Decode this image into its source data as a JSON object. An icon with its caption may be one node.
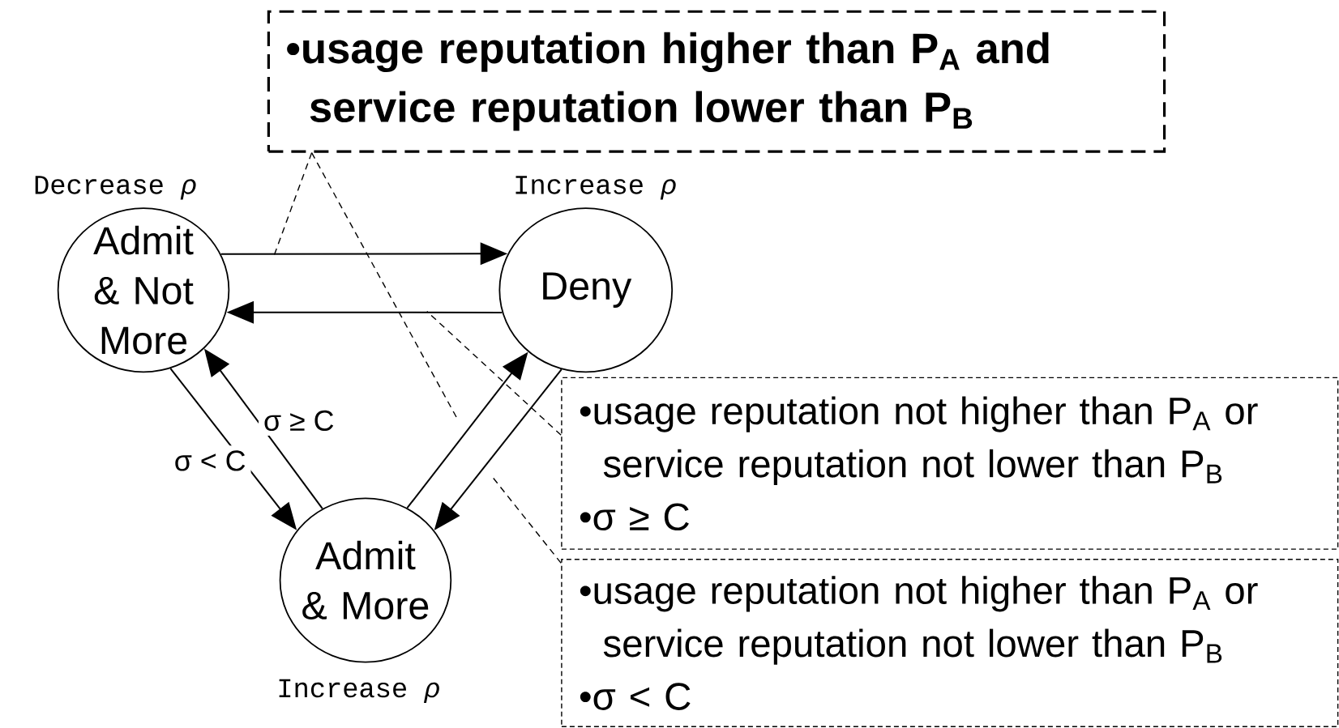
{
  "diagram": {
    "nodes": [
      {
        "text": [
          "•usage reputation higher than P$_{A}$ and service reputation lower than P$_{B}$"
        ]
      },
      {
        "text": [
          "Admit & Not More"
        ],
        "beside": [
          "Decrease *ρ*"
        ]
      },
      {
        "text": [
          "Deny"
        ],
        "beside": [
          "Increase *ρ*"
        ]
      },
      {
        "text": [
          "Admit & More"
        ],
        "beside": [
          "Increase *ρ*"
        ]
      },
      {
        "text": [
          "•usage reputation not higher than P$_{A}$ or service reputation not lower than P$_{B}$",
          "•σ ≥ C"
        ]
      },
      {
        "text": [
          "•usage reputation not higher than P$_{A}$ or service reputation not lower than P$_{B}$",
          "•σ < C"
        ]
      }
    ],
    "edges": [
      {
        "from": 1,
        "to": 2,
        "arrow": "to"
      },
      {
        "from": 2,
        "to": 1,
        "arrow": "to"
      },
      {
        "from": 1,
        "to": 3,
        "arrow": "to",
        "label": "σ < C"
      },
      {
        "from": 3,
        "to": 1,
        "arrow": "to",
        "label": "σ ≥ C"
      },
      {
        "from": 3,
        "to": 2,
        "arrow": "to"
      },
      {
        "from": 2,
        "to": 3,
        "arrow": "to"
      },
      {
        "from": 0,
        "to": null,
        "arrow": "none",
        "style": "dashed"
      },
      {
        "from": 0,
        "to": null,
        "arrow": "none",
        "style": "dashed"
      },
      {
        "from": 4,
        "to": null,
        "arrow": "none",
        "style": "dashed"
      },
      {
        "from": 5,
        "to": null,
        "arrow": "none",
        "style": "dashed"
      }
    ]
  }
}
